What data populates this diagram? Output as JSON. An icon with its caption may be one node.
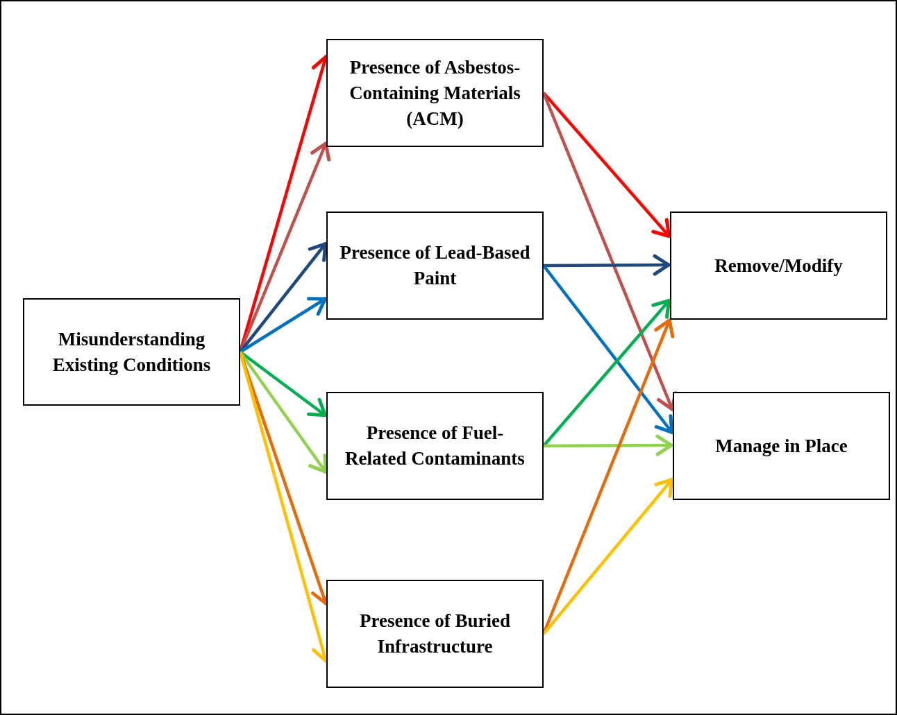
{
  "diagram": {
    "nodes": [
      {
        "text": [
          "Misunderstanding Existing Conditions"
        ]
      },
      {
        "text": [
          "Presence of Asbestos-Containing Materials (ACM)"
        ]
      },
      {
        "text": [
          "Presence of Lead-Based Paint"
        ]
      },
      {
        "text": [
          "Presence of Fuel-Related Contaminants"
        ]
      },
      {
        "text": [
          "Presence of Buried Infrastructure"
        ]
      },
      {
        "text": [
          "Remove/Modify"
        ]
      },
      {
        "text": [
          "Manage in Place"
        ]
      }
    ],
    "edges": [
      {
        "from": 0,
        "to": 1,
        "arrow": "to",
        "color": "#ff0000"
      },
      {
        "from": 0,
        "to": 1,
        "arrow": "to",
        "color": "#c0504d"
      },
      {
        "from": 0,
        "to": 2,
        "arrow": "to",
        "color": "#1f497d"
      },
      {
        "from": 0,
        "to": 2,
        "arrow": "to",
        "color": "#0070c0"
      },
      {
        "from": 0,
        "to": 3,
        "arrow": "to",
        "color": "#00b050"
      },
      {
        "from": 0,
        "to": 3,
        "arrow": "to",
        "color": "#92d050"
      },
      {
        "from": 0,
        "to": 4,
        "arrow": "to",
        "color": "#e46c0a"
      },
      {
        "from": 0,
        "to": 4,
        "arrow": "to",
        "color": "#ffc000"
      },
      {
        "from": 1,
        "to": 5,
        "arrow": "to",
        "color": "#ff0000"
      },
      {
        "from": 1,
        "to": 6,
        "arrow": "to",
        "color": "#c0504d"
      },
      {
        "from": 2,
        "to": 5,
        "arrow": "to",
        "color": "#1f497d"
      },
      {
        "from": 2,
        "to": 6,
        "arrow": "to",
        "color": "#0070c0"
      },
      {
        "from": 3,
        "to": 5,
        "arrow": "to",
        "color": "#00b050"
      },
      {
        "from": 3,
        "to": 6,
        "arrow": "to",
        "color": "#92d050"
      },
      {
        "from": 4,
        "to": 5,
        "arrow": "to",
        "color": "#e46c0a"
      },
      {
        "from": 4,
        "to": 6,
        "arrow": "to",
        "color": "#ffc000"
      }
    ]
  }
}
